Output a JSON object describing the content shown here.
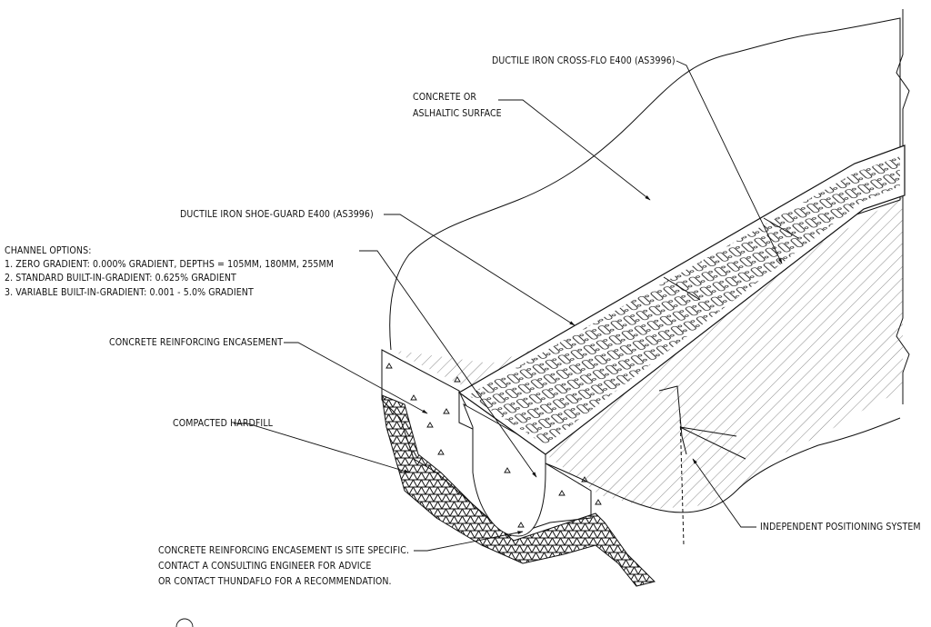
{
  "labels": {
    "cross_flo": "DUCTILE IRON CROSS-FLO E400 (AS3996)",
    "surface_line1": "CONCRETE OR",
    "surface_line2": "ASLHALTIC SURFACE",
    "shoe_guard": "DUCTILE IRON SHOE-GUARD E400 (AS3996)",
    "channel_options_title": "CHANNEL OPTIONS:",
    "channel_option_1": "1. ZERO GRADIENT: 0.000% GRADIENT, DEPTHS = 105MM, 180MM, 255MM",
    "channel_option_2": "2. STANDARD BUILT-IN-GRADIENT: 0.625% GRADIENT",
    "channel_option_3": "3. VARIABLE BUILT-IN-GRADIENT: 0.001 - 5.0% GRADIENT",
    "reinforcing_encasement": "CONCRETE REINFORCING ENCASEMENT",
    "compacted_hardfill": "COMPACTED HARDFILL",
    "positioning_system": "INDEPENDENT POSITIONING SYSTEM",
    "note_line1": "CONCRETE REINFORCING ENCASEMENT IS SITE SPECIFIC.",
    "note_line2": "CONTACT A CONSULTING ENGINEER FOR ADVICE",
    "note_line3": "OR CONTACT THUNDAFLO  FOR A RECOMMENDATION."
  },
  "colors": {
    "line": "#1a1a1a",
    "background": "#ffffff"
  }
}
